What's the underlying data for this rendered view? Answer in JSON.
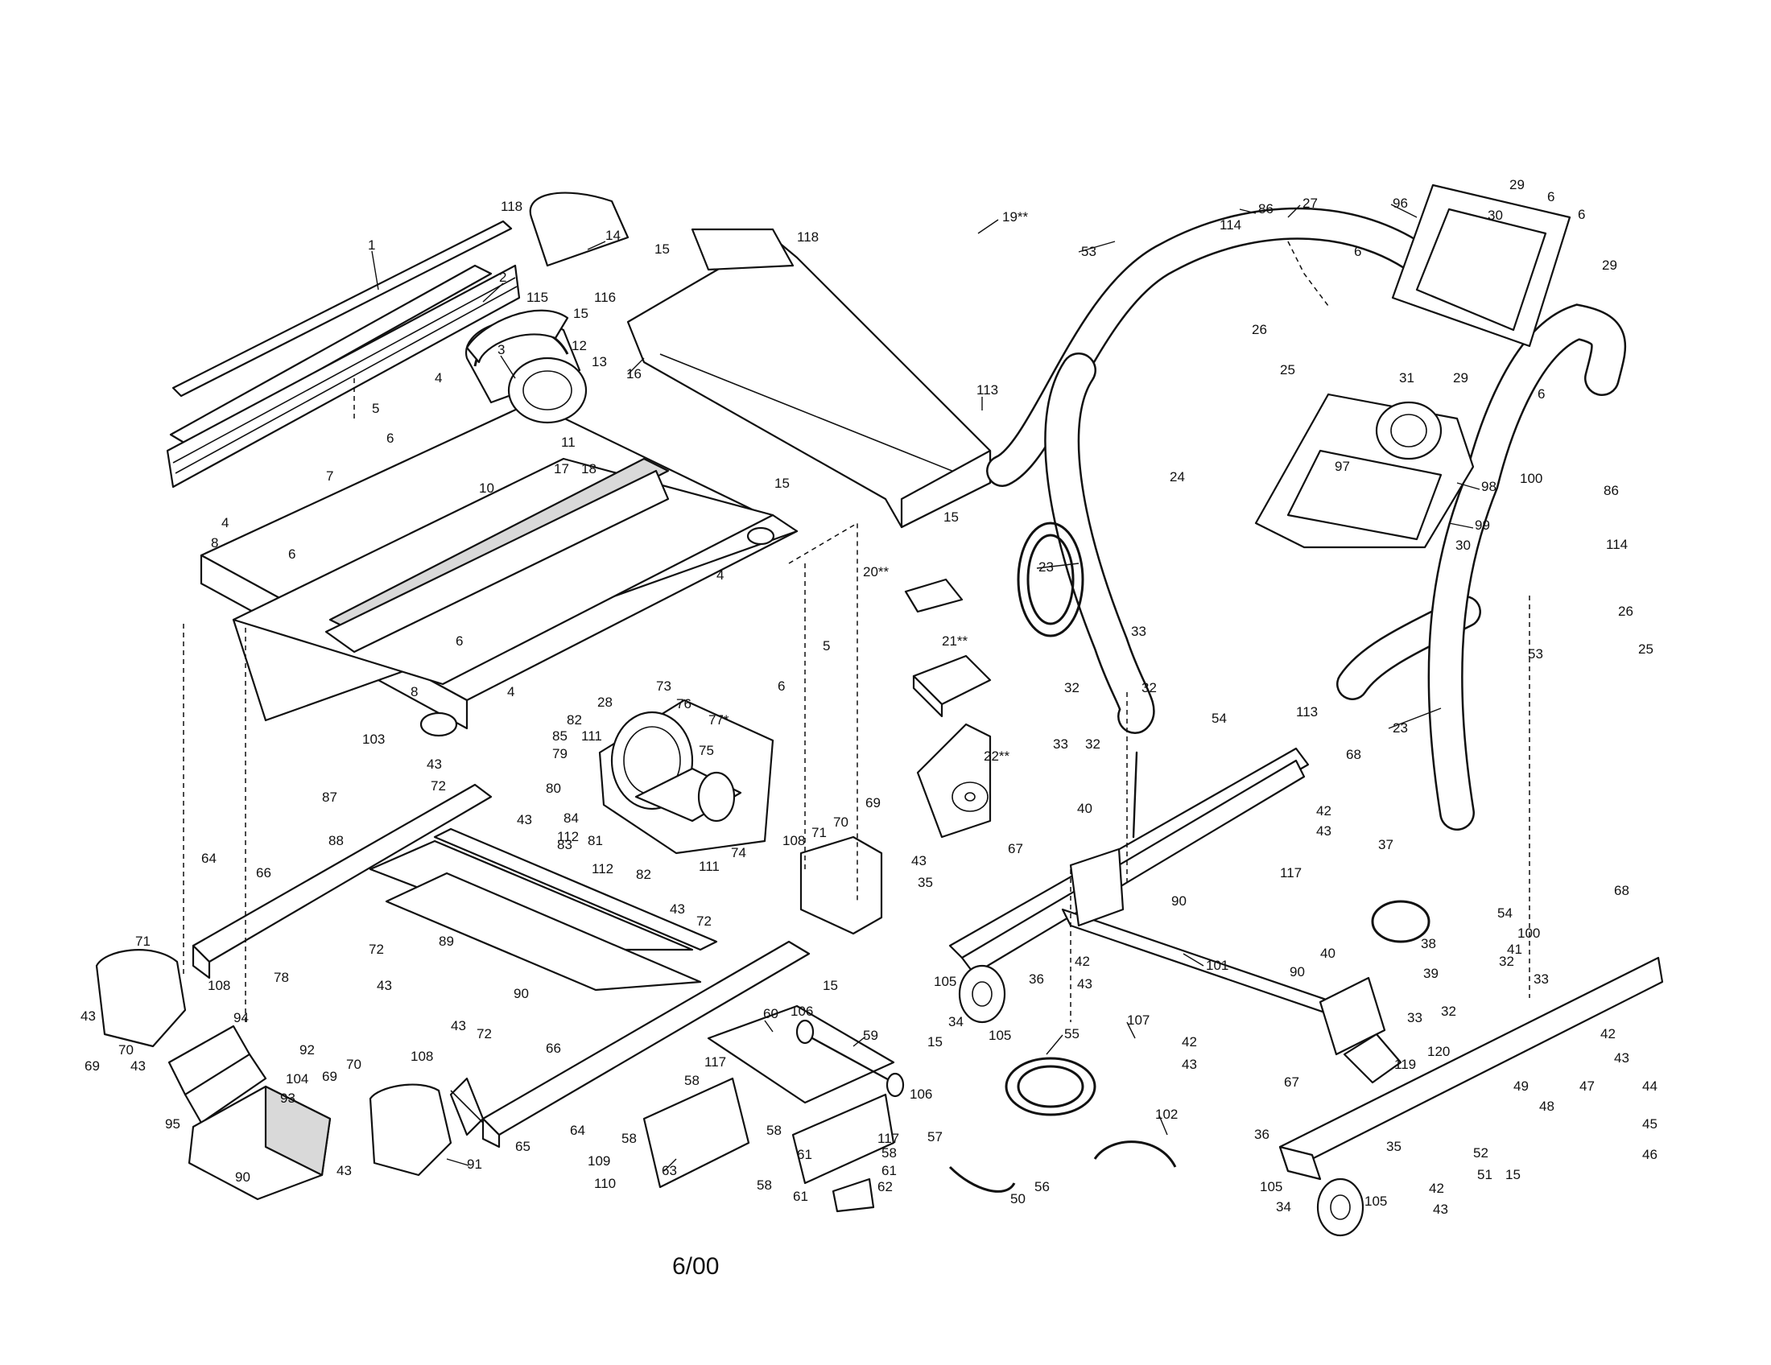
{
  "footer_date": "6/00",
  "callouts": [
    {
      "id": "c1",
      "text": "1"
    },
    {
      "id": "c2",
      "text": "2"
    },
    {
      "id": "c3",
      "text": "3"
    },
    {
      "id": "c4a",
      "text": "4"
    },
    {
      "id": "c5a",
      "text": "5"
    },
    {
      "id": "c6a",
      "text": "6"
    },
    {
      "id": "c7",
      "text": "7"
    },
    {
      "id": "c8a",
      "text": "8"
    },
    {
      "id": "c4b",
      "text": "4"
    },
    {
      "id": "c6b",
      "text": "6"
    },
    {
      "id": "c10",
      "text": "10"
    },
    {
      "id": "c11",
      "text": "11"
    },
    {
      "id": "c12",
      "text": "12"
    },
    {
      "id": "c13",
      "text": "13"
    },
    {
      "id": "c14",
      "text": "14"
    },
    {
      "id": "c15a",
      "text": "15"
    },
    {
      "id": "c15b",
      "text": "15"
    },
    {
      "id": "c16",
      "text": "16"
    },
    {
      "id": "c17",
      "text": "17"
    },
    {
      "id": "c18",
      "text": "18"
    },
    {
      "id": "c118a",
      "text": "118"
    },
    {
      "id": "c118b",
      "text": "118"
    },
    {
      "id": "c115",
      "text": "115"
    },
    {
      "id": "c116",
      "text": "116"
    },
    {
      "id": "c19",
      "text": "19**"
    },
    {
      "id": "c113a",
      "text": "113"
    },
    {
      "id": "c15c",
      "text": "15"
    },
    {
      "id": "c15d",
      "text": "15"
    },
    {
      "id": "c4c",
      "text": "4"
    },
    {
      "id": "c5b",
      "text": "5"
    },
    {
      "id": "c6c",
      "text": "6"
    },
    {
      "id": "c6d",
      "text": "6"
    },
    {
      "id": "c8b",
      "text": "8"
    },
    {
      "id": "c4d",
      "text": "4"
    },
    {
      "id": "c103",
      "text": "103"
    },
    {
      "id": "c20",
      "text": "20**"
    },
    {
      "id": "c21",
      "text": "21**"
    },
    {
      "id": "c22",
      "text": "22**"
    },
    {
      "id": "c73",
      "text": "73"
    },
    {
      "id": "c28",
      "text": "28"
    },
    {
      "id": "c76",
      "text": "76"
    },
    {
      "id": "c77",
      "text": "77*"
    },
    {
      "id": "c75",
      "text": "75"
    },
    {
      "id": "c82a",
      "text": "82"
    },
    {
      "id": "c111a",
      "text": "111"
    },
    {
      "id": "c85",
      "text": "85"
    },
    {
      "id": "c79",
      "text": "79"
    },
    {
      "id": "c80",
      "text": "80"
    },
    {
      "id": "c43a",
      "text": "43"
    },
    {
      "id": "c87",
      "text": "87"
    },
    {
      "id": "c72a",
      "text": "72"
    },
    {
      "id": "c43b",
      "text": "43"
    },
    {
      "id": "c84",
      "text": "84"
    },
    {
      "id": "c83",
      "text": "83"
    },
    {
      "id": "c112a",
      "text": "112"
    },
    {
      "id": "c81",
      "text": "81"
    },
    {
      "id": "c112b",
      "text": "112"
    },
    {
      "id": "c82b",
      "text": "82"
    },
    {
      "id": "c111b",
      "text": "111"
    },
    {
      "id": "c74",
      "text": "74"
    },
    {
      "id": "c70a",
      "text": "70"
    },
    {
      "id": "c69a",
      "text": "69"
    },
    {
      "id": "c71a",
      "text": "71"
    },
    {
      "id": "c108a",
      "text": "108"
    },
    {
      "id": "c43c",
      "text": "43"
    },
    {
      "id": "c88",
      "text": "88"
    },
    {
      "id": "c64a",
      "text": "64"
    },
    {
      "id": "c66a",
      "text": "66"
    },
    {
      "id": "c72b",
      "text": "72"
    },
    {
      "id": "c43d",
      "text": "43"
    },
    {
      "id": "c89",
      "text": "89"
    },
    {
      "id": "c90a",
      "text": "90"
    },
    {
      "id": "c43e",
      "text": "43"
    },
    {
      "id": "c72c",
      "text": "72"
    },
    {
      "id": "c71b",
      "text": "71"
    },
    {
      "id": "c108b",
      "text": "108"
    },
    {
      "id": "c78",
      "text": "78"
    },
    {
      "id": "c43f",
      "text": "43"
    },
    {
      "id": "c70b",
      "text": "70"
    },
    {
      "id": "c69b",
      "text": "69"
    },
    {
      "id": "c43g",
      "text": "43"
    },
    {
      "id": "c94",
      "text": "94"
    },
    {
      "id": "c92",
      "text": "92"
    },
    {
      "id": "c104",
      "text": "104"
    },
    {
      "id": "c93",
      "text": "93"
    },
    {
      "id": "c95",
      "text": "95"
    },
    {
      "id": "c90b",
      "text": "90"
    },
    {
      "id": "c69c",
      "text": "69"
    },
    {
      "id": "c70c",
      "text": "70"
    },
    {
      "id": "c108c",
      "text": "108"
    },
    {
      "id": "c43h",
      "text": "43"
    },
    {
      "id": "c72d",
      "text": "72"
    },
    {
      "id": "c66b",
      "text": "66"
    },
    {
      "id": "c64b",
      "text": "64"
    },
    {
      "id": "c43i",
      "text": "43"
    },
    {
      "id": "c91",
      "text": "91"
    },
    {
      "id": "c65",
      "text": "65"
    },
    {
      "id": "c109",
      "text": "109"
    },
    {
      "id": "c110",
      "text": "110"
    },
    {
      "id": "c63",
      "text": "63"
    },
    {
      "id": "c58a",
      "text": "58"
    },
    {
      "id": "c117a",
      "text": "117"
    },
    {
      "id": "c58b",
      "text": "58"
    },
    {
      "id": "c60",
      "text": "60"
    },
    {
      "id": "c106a",
      "text": "106"
    },
    {
      "id": "c15e",
      "text": "15"
    },
    {
      "id": "c59",
      "text": "59"
    },
    {
      "id": "c15f",
      "text": "15"
    },
    {
      "id": "c106b",
      "text": "106"
    },
    {
      "id": "c58c",
      "text": "58"
    },
    {
      "id": "c117b",
      "text": "117"
    },
    {
      "id": "c58d",
      "text": "58"
    },
    {
      "id": "c61a",
      "text": "61"
    },
    {
      "id": "c61b",
      "text": "61"
    },
    {
      "id": "c62",
      "text": "62"
    },
    {
      "id": "c61c",
      "text": "61"
    },
    {
      "id": "c58e",
      "text": "58"
    },
    {
      "id": "c53a",
      "text": "53"
    },
    {
      "id": "c114a",
      "text": "114"
    },
    {
      "id": "c86a",
      "text": "86"
    },
    {
      "id": "c27",
      "text": "27"
    },
    {
      "id": "c26a",
      "text": "26"
    },
    {
      "id": "c25a",
      "text": "25"
    },
    {
      "id": "c96",
      "text": "96"
    },
    {
      "id": "c29a",
      "text": "29"
    },
    {
      "id": "c6e",
      "text": "6"
    },
    {
      "id": "c6f",
      "text": "6"
    },
    {
      "id": "c30a",
      "text": "30"
    },
    {
      "id": "c29b",
      "text": "29"
    },
    {
      "id": "c6g",
      "text": "6"
    },
    {
      "id": "c29c",
      "text": "29"
    },
    {
      "id": "c6h",
      "text": "6"
    },
    {
      "id": "c31",
      "text": "31"
    },
    {
      "id": "c97",
      "text": "97"
    },
    {
      "id": "c98",
      "text": "98"
    },
    {
      "id": "c99",
      "text": "99"
    },
    {
      "id": "c100a",
      "text": "100"
    },
    {
      "id": "c86b",
      "text": "86"
    },
    {
      "id": "c30b",
      "text": "30"
    },
    {
      "id": "c114b",
      "text": "114"
    },
    {
      "id": "c26b",
      "text": "26"
    },
    {
      "id": "c25b",
      "text": "25"
    },
    {
      "id": "c53b",
      "text": "53"
    },
    {
      "id": "c24",
      "text": "24"
    },
    {
      "id": "c23a",
      "text": "23"
    },
    {
      "id": "c33a",
      "text": "33"
    },
    {
      "id": "c32a",
      "text": "32"
    },
    {
      "id": "c32b",
      "text": "32"
    },
    {
      "id": "c33b",
      "text": "33"
    },
    {
      "id": "c32c",
      "text": "32"
    },
    {
      "id": "c54a",
      "text": "54"
    },
    {
      "id": "c113b",
      "text": "113"
    },
    {
      "id": "c23b",
      "text": "23"
    },
    {
      "id": "c68a",
      "text": "68"
    },
    {
      "id": "c42a",
      "text": "42"
    },
    {
      "id": "c43j",
      "text": "43"
    },
    {
      "id": "c40a",
      "text": "40"
    },
    {
      "id": "c67a",
      "text": "67"
    },
    {
      "id": "c35a",
      "text": "35"
    },
    {
      "id": "c90c",
      "text": "90"
    },
    {
      "id": "c117c",
      "text": "117"
    },
    {
      "id": "c37",
      "text": "37"
    },
    {
      "id": "c38",
      "text": "38"
    },
    {
      "id": "c54b",
      "text": "54"
    },
    {
      "id": "c100b",
      "text": "100"
    },
    {
      "id": "c41",
      "text": "41"
    },
    {
      "id": "c36a",
      "text": "36"
    },
    {
      "id": "c42b",
      "text": "42"
    },
    {
      "id": "c43k",
      "text": "43"
    },
    {
      "id": "c105a",
      "text": "105"
    },
    {
      "id": "c34a",
      "text": "34"
    },
    {
      "id": "c105b",
      "text": "105"
    },
    {
      "id": "c101",
      "text": "101"
    },
    {
      "id": "c40b",
      "text": "40"
    },
    {
      "id": "c90d",
      "text": "90"
    },
    {
      "id": "c39",
      "text": "39"
    },
    {
      "id": "c32d",
      "text": "32"
    },
    {
      "id": "c33c",
      "text": "33"
    },
    {
      "id": "c33d",
      "text": "33"
    },
    {
      "id": "c32e",
      "text": "32"
    },
    {
      "id": "c120",
      "text": "120"
    },
    {
      "id": "c119",
      "text": "119"
    },
    {
      "id": "c68b",
      "text": "68"
    },
    {
      "id": "c42c",
      "text": "42"
    },
    {
      "id": "c43l",
      "text": "43"
    },
    {
      "id": "c42d",
      "text": "42"
    },
    {
      "id": "c43m",
      "text": "43"
    },
    {
      "id": "c67b",
      "text": "67"
    },
    {
      "id": "c49",
      "text": "49"
    },
    {
      "id": "c48",
      "text": "48"
    },
    {
      "id": "c47",
      "text": "47"
    },
    {
      "id": "c44",
      "text": "44"
    },
    {
      "id": "c45",
      "text": "45"
    },
    {
      "id": "c46",
      "text": "46"
    },
    {
      "id": "c52",
      "text": "52"
    },
    {
      "id": "c51",
      "text": "51"
    },
    {
      "id": "c15g",
      "text": "15"
    },
    {
      "id": "c35b",
      "text": "35"
    },
    {
      "id": "c36b",
      "text": "36"
    },
    {
      "id": "c105c",
      "text": "105"
    },
    {
      "id": "c34b",
      "text": "34"
    },
    {
      "id": "c105d",
      "text": "105"
    },
    {
      "id": "c42e",
      "text": "42"
    },
    {
      "id": "c43n",
      "text": "43"
    },
    {
      "id": "c55",
      "text": "55"
    },
    {
      "id": "c107",
      "text": "107"
    },
    {
      "id": "c102",
      "text": "102"
    },
    {
      "id": "c57",
      "text": "57"
    },
    {
      "id": "c50",
      "text": "50"
    },
    {
      "id": "c56",
      "text": "56"
    }
  ]
}
